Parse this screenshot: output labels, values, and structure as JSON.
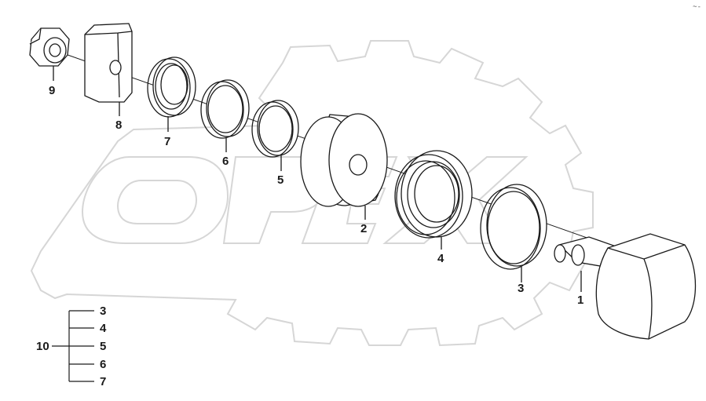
{
  "watermark": {
    "logo": "OPEX",
    "color": "#d6d6d6"
  },
  "corner_mark": "~-",
  "parts": [
    {
      "id": "part-1",
      "label": "1",
      "name": "shaft-knob"
    },
    {
      "id": "part-2",
      "label": "2",
      "name": "roller-drum"
    },
    {
      "id": "part-3",
      "label": "3",
      "name": "outer-ring"
    },
    {
      "id": "part-4",
      "label": "4",
      "name": "bearing"
    },
    {
      "id": "part-5",
      "label": "5",
      "name": "ring"
    },
    {
      "id": "part-6",
      "label": "6",
      "name": "ring"
    },
    {
      "id": "part-7",
      "label": "7",
      "name": "seal-ring"
    },
    {
      "id": "part-8",
      "label": "8",
      "name": "bracket-plate"
    },
    {
      "id": "part-9",
      "label": "9",
      "name": "hex-nut"
    }
  ],
  "kit_legend": {
    "group_label": "10",
    "items": [
      "3",
      "4",
      "5",
      "6",
      "7"
    ]
  },
  "colors": {
    "stroke": "#1a1a1a",
    "fill": "#ffffff",
    "watermark": "#d6d6d6"
  }
}
